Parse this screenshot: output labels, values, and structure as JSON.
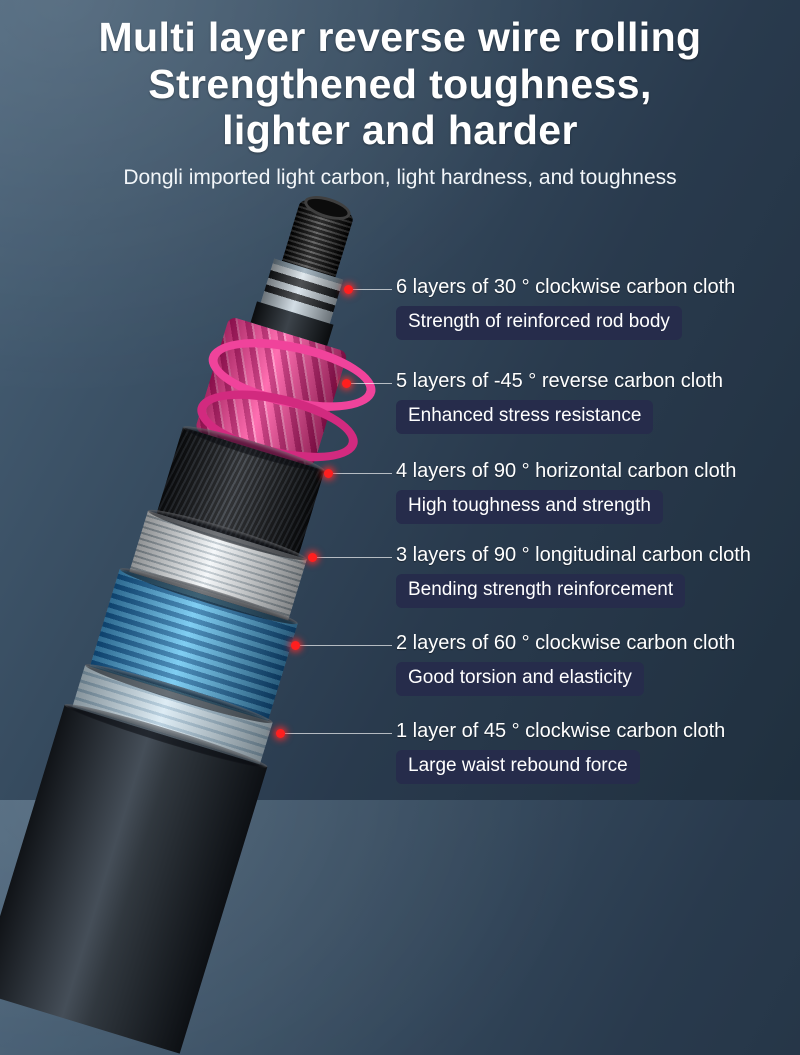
{
  "header": {
    "title_line1": "Multi layer reverse wire rolling",
    "title_line2": "Strengthened toughness,",
    "title_line3": "lighter and harder",
    "subtitle": "Dongli imported light carbon, light hardness, and toughness"
  },
  "callouts": [
    {
      "label": "6 layers of 30 ° clockwise carbon cloth",
      "badge": "Strength of reinforced rod body"
    },
    {
      "label": "5 layers of -45 ° reverse carbon cloth",
      "badge": "Enhanced stress resistance"
    },
    {
      "label": "4 layers of 90 ° horizontal carbon cloth",
      "badge": "High toughness and strength"
    },
    {
      "label": "3 layers of 90 ° longitudinal carbon cloth",
      "badge": "Bending strength reinforcement"
    },
    {
      "label": "2 layers of 60 ° clockwise carbon cloth",
      "badge": "Good torsion and elasticity"
    },
    {
      "label": "1 layer of 45 ° clockwise carbon cloth",
      "badge": "Large waist rebound force"
    }
  ],
  "rod": {
    "layers": [
      "threaded-black-tip",
      "striped-silver-band",
      "black-collar",
      "pink-spiral-carbon-wrap",
      "black-carbon-weave-layer",
      "silver-lined-layer",
      "blue-ribbed-carbon-layer",
      "light-blue-layer",
      "dark-outer-blank"
    ]
  },
  "colors": {
    "background_top": "#4a6379",
    "background_bottom": "#20303f",
    "badge_background": "#262c4b",
    "marker_red": "#ff1f1f",
    "pink_layer": "#e8388f",
    "blue_layer": "#2f9ad6",
    "text": "#ffffff"
  }
}
